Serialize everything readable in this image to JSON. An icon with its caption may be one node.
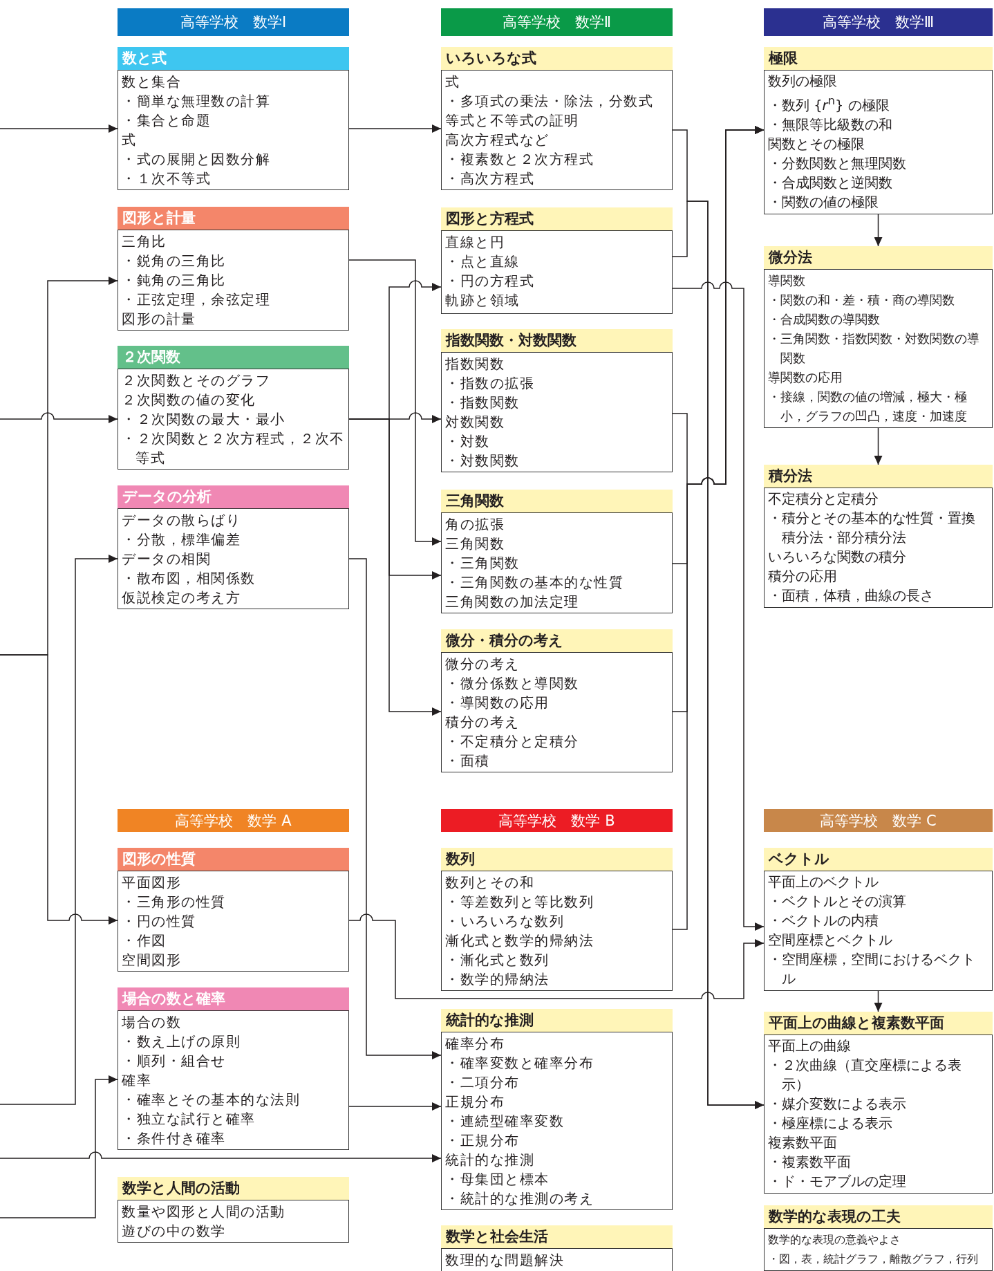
{
  "diagram": {
    "nodes": [
      {
        "text": [
          "高等学校　数学Ⅰ"
        ]
      },
      {
        "text": [
          "数と式",
          "数と集合",
          "・簡単な無理数の計算",
          "・集合と命題",
          "式",
          "・式の展開と因数分解",
          "・１次不等式"
        ]
      },
      {
        "text": [
          "図形と計量",
          "三角比",
          "・鋭角の三角比",
          "・鈍角の三角比",
          "・正弦定理，余弦定理",
          "図形の計量"
        ]
      },
      {
        "text": [
          "２次関数",
          "２次関数とそのグラフ",
          "２次関数の値の変化",
          "・２次関数の最大・最小",
          "・２次関数と２次方程式，２次不等式"
        ]
      },
      {
        "text": [
          "データの分析",
          "データの散らばり",
          "・分散，標準偏差",
          "データの相関",
          "・散布図，相関係数",
          "仮説検定の考え方"
        ]
      },
      {
        "text": [
          "高等学校　数学Ⅱ"
        ]
      },
      {
        "text": [
          "いろいろな式",
          "式",
          "・多項式の乗法・除法，分数式",
          "等式と不等式の証明",
          "高次方程式など",
          "・複素数と２次方程式",
          "・高次方程式"
        ]
      },
      {
        "text": [
          "図形と方程式",
          "直線と円",
          "・点と直線",
          "・円の方程式",
          "軌跡と領域"
        ]
      },
      {
        "text": [
          "指数関数・対数関数",
          "指数関数",
          "・指数の拡張",
          "・指数関数",
          "対数関数",
          "・対数",
          "・対数関数"
        ]
      },
      {
        "text": [
          "三角関数",
          "角の拡張",
          "三角関数",
          "・三角関数",
          "・三角関数の基本的な性質",
          "三角関数の加法定理"
        ]
      },
      {
        "text": [
          "微分・積分の考え",
          "微分の考え",
          "・微分係数と導関数",
          "・導関数の応用",
          "積分の考え",
          "・不定積分と定積分",
          "・面積"
        ]
      },
      {
        "text": [
          "高等学校　数学Ⅲ"
        ]
      },
      {
        "text": [
          "極限",
          "数列の極限",
          "・数列 {*r*$^{n}$} の極限",
          "・無限等比級数の和",
          "関数とその極限",
          "・分数関数と無理関数",
          "・合成関数と逆関数",
          "・関数の値の極限"
        ]
      },
      {
        "text": [
          "微分法",
          "導関数",
          "・関数の和・差・積・商の導関数",
          "・合成関数の導関数",
          "・三角関数・指数関数・対数関数の導関数",
          "導関数の応用",
          "・接線，関数の値の増減，極大・極小，グラフの凹凸，速度・加速度"
        ]
      },
      {
        "text": [
          "積分法",
          "不定積分と定積分",
          "・積分とその基本的な性質・置換積分法・部分積分法",
          "いろいろな関数の積分",
          "積分の応用",
          "・面積，体積，曲線の長さ"
        ]
      },
      {
        "text": [
          "高等学校　数学 A"
        ]
      },
      {
        "text": [
          "図形の性質",
          "平面図形",
          "・三角形の性質",
          "・円の性質",
          "・作図",
          "空間図形"
        ]
      },
      {
        "text": [
          "場合の数と確率",
          "場合の数",
          "・数え上げの原則",
          "・順列・組合せ",
          "確率",
          "・確率とその基本的な法則",
          "・独立な試行と確率",
          "・条件付き確率"
        ]
      },
      {
        "text": [
          "数学と人間の活動",
          "数量や図形と人間の活動",
          "遊びの中の数学"
        ]
      },
      {
        "text": [
          "高等学校　数学 B"
        ]
      },
      {
        "text": [
          "数列",
          "数列とその和",
          "・等差数列と等比数列",
          "・いろいろな数列",
          "漸化式と数学的帰納法",
          "・漸化式と数列",
          "・数学的帰納法"
        ]
      },
      {
        "text": [
          "統計的な推測",
          "確率分布",
          "・確率変数と確率分布",
          "・二項分布",
          "正規分布",
          "・連続型確率変数",
          "・正規分布",
          "統計的な推測",
          "・母集団と標本",
          "・統計的な推測の考え"
        ]
      },
      {
        "text": [
          "数学と社会生活",
          "数理的な問題解決"
        ]
      },
      {
        "text": [
          "高等学校　数学 C"
        ]
      },
      {
        "text": [
          "ベクトル",
          "平面上のベクトル",
          "・ベクトルとその演算",
          "・ベクトルの内積",
          "空間座標とベクトル",
          "・空間座標，空間におけるベクトル"
        ]
      },
      {
        "text": [
          "平面上の曲線と複素数平面",
          "平面上の曲線",
          "・２次曲線（直交座標による表示）",
          "・媒介変数による表示",
          "・極座標による表示",
          "複素数平面",
          "・複素数平面",
          "・ド・モアブルの定理"
        ]
      },
      {
        "text": [
          "数学的な表現の工夫",
          "数学的な表現の意義やよさ",
          "・図，表，統計グラフ，離散グラフ，行列"
        ]
      }
    ],
    "edges": [
      {
        "from": null,
        "to": 1,
        "arrow": "to"
      },
      {
        "from": null,
        "to": 3,
        "arrow": "to"
      },
      {
        "from": null,
        "to": 2,
        "arrow": "to"
      },
      {
        "from": null,
        "to": 16,
        "arrow": "to"
      },
      {
        "from": null,
        "to": 4,
        "arrow": "to"
      },
      {
        "from": null,
        "to": 21,
        "arrow": "to"
      },
      {
        "from": null,
        "to": 17,
        "arrow": "to"
      },
      {
        "from": 1,
        "to": 6,
        "arrow": "to"
      },
      {
        "from": 2,
        "to": 9,
        "arrow": "to"
      },
      {
        "from": 3,
        "to": 8,
        "arrow": "to"
      },
      {
        "from": 3,
        "to": 7,
        "arrow": "to"
      },
      {
        "from": 3,
        "to": 9,
        "arrow": "to"
      },
      {
        "from": 3,
        "to": 10,
        "arrow": "to"
      },
      {
        "from": 4,
        "to": 21,
        "arrow": "to"
      },
      {
        "from": 16,
        "to": 24,
        "arrow": "to"
      },
      {
        "from": 17,
        "to": 21,
        "arrow": "to"
      },
      {
        "from": 6,
        "to": 25,
        "arrow": "to"
      },
      {
        "from": 7,
        "to": 25,
        "arrow": "to"
      },
      {
        "from": 7,
        "to": 24,
        "arrow": "to"
      },
      {
        "from": 8,
        "to": 12,
        "arrow": "to"
      },
      {
        "from": 9,
        "to": 12,
        "arrow": "to"
      },
      {
        "from": 10,
        "to": 12,
        "arrow": "to"
      },
      {
        "from": 20,
        "to": 12,
        "arrow": "to"
      },
      {
        "from": 12,
        "to": 13,
        "arrow": "to"
      },
      {
        "from": 13,
        "to": 14,
        "arrow": "to"
      },
      {
        "from": 24,
        "to": 25,
        "arrow": "to"
      }
    ]
  }
}
